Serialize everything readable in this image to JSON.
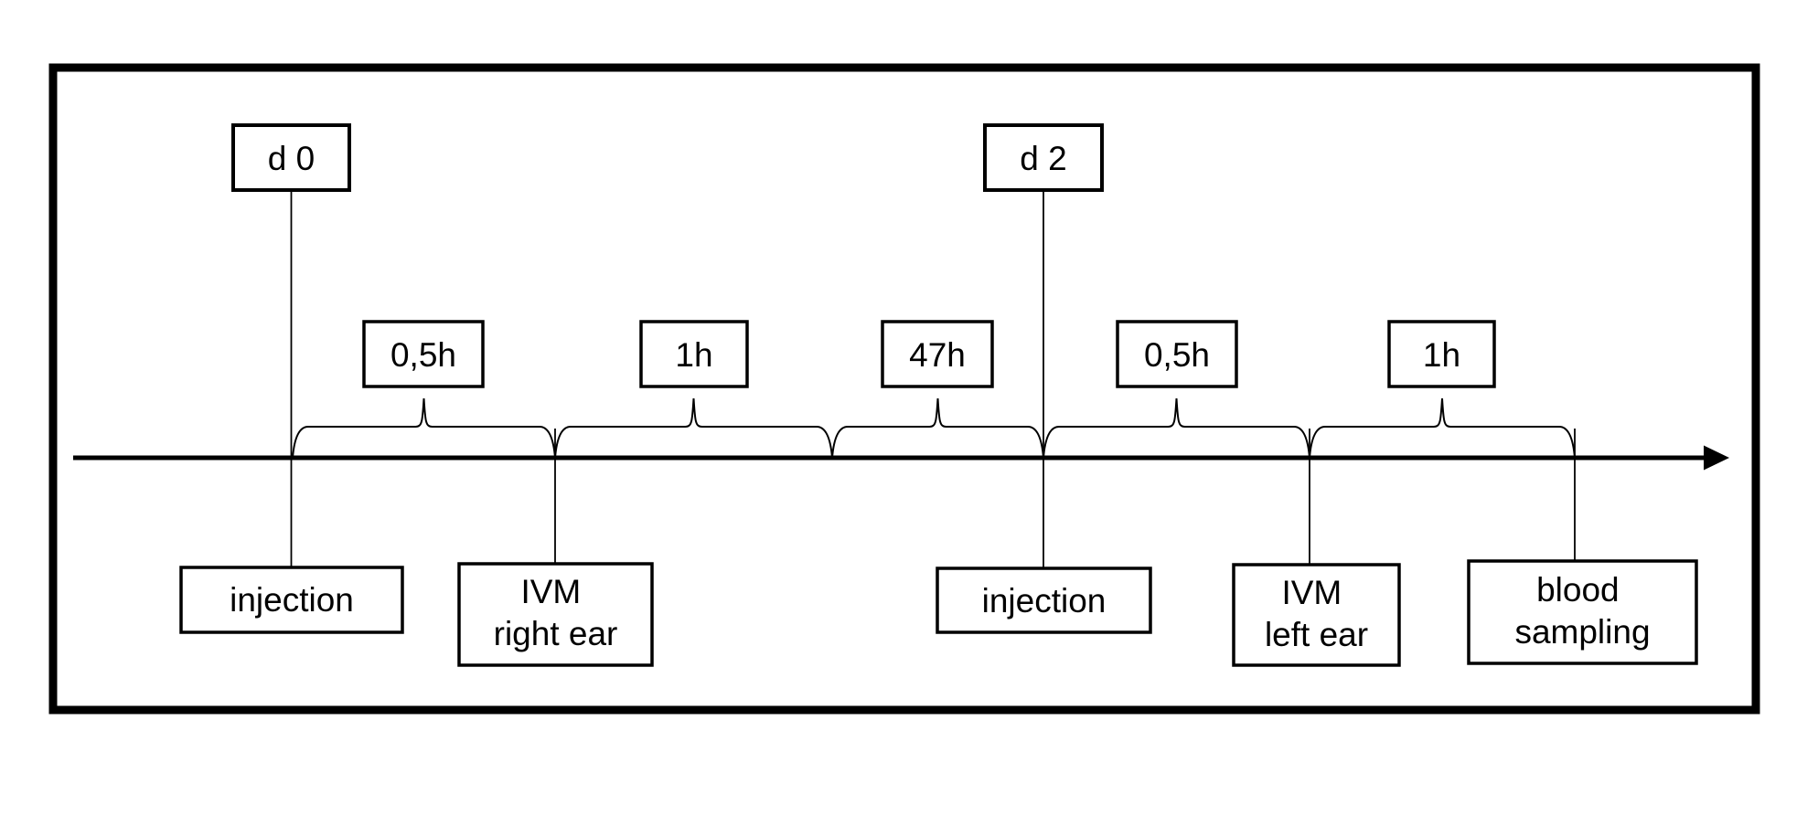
{
  "colors": {
    "ink": "#000000",
    "background": "#ffffff"
  },
  "timeline": {
    "day_markers": [
      {
        "label": "d 0"
      },
      {
        "label": "d 2"
      }
    ],
    "intervals": [
      {
        "label": "0,5h"
      },
      {
        "label": "1h"
      },
      {
        "label": "47h"
      },
      {
        "label": "0,5h"
      },
      {
        "label": "1h"
      }
    ],
    "events": [
      {
        "lines": [
          "injection"
        ]
      },
      {
        "lines": [
          "IVM",
          "right ear"
        ]
      },
      {
        "lines": [
          "injection"
        ]
      },
      {
        "lines": [
          "IVM",
          "left ear"
        ]
      },
      {
        "lines": [
          "blood",
          "sampling"
        ]
      }
    ]
  }
}
